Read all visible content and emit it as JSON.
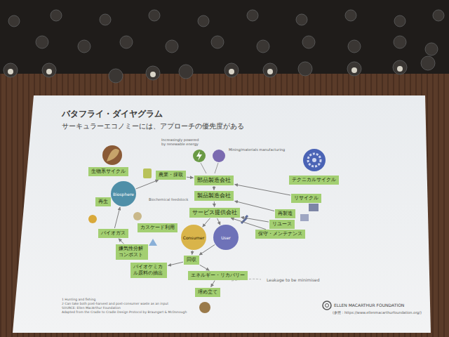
{
  "diagram": {
    "title": "バタフライ・ダイヤグラム",
    "nodes": [
      {
        "text": [
          "生物系サイクル"
        ]
      },
      {
        "text": [
          "農業・採取"
        ]
      },
      {
        "text": [
          "部品製造会社"
        ]
      },
      {
        "text": [
          "製品製造会社"
        ]
      },
      {
        "text": [
          "サービス提供会社"
        ]
      },
      {
        "text": [
          "テクニカルサイクル"
        ]
      },
      {
        "text": [
          "リサイクル"
        ]
      },
      {
        "text": [
          "再製造"
        ]
      },
      {
        "text": [
          "リユース"
        ]
      },
      {
        "text": [
          "保守・メンテナンス"
        ]
      },
      {
        "text": [
          "再生"
        ]
      },
      {
        "text": [
          "Biosphere"
        ]
      },
      {
        "text": [
          "バイオガス"
        ]
      },
      {
        "text": [
          "嫌気性分解 コンポスト"
        ]
      },
      {
        "text": [
          "バイオケミカル原料の抽出"
        ]
      },
      {
        "text": [
          "カスケード利用"
        ]
      },
      {
        "text": [
          "Consumer"
        ]
      },
      {
        "text": [
          "User"
        ]
      },
      {
        "text": [
          "回収"
        ]
      },
      {
        "text": [
          "エネルギー・リカバリー"
        ]
      },
      {
        "text": [
          "埋め立て"
        ]
      }
    ],
    "edges": [
      {
        "from": 1,
        "to": 2,
        "arrow": "to"
      },
      {
        "from": 2,
        "to": 3,
        "arrow": "to"
      },
      {
        "from": 3,
        "to": 4,
        "arrow": "to"
      },
      {
        "from": 4,
        "to": 16,
        "arrow": "to"
      },
      {
        "from": 4,
        "to": 17,
        "arrow": "to"
      },
      {
        "from": 16,
        "to": 18,
        "arrow": "to"
      },
      {
        "from": 17,
        "to": 18,
        "arrow": "to"
      },
      {
        "from": 18,
        "to": 19,
        "arrow": "to"
      },
      {
        "from": 19,
        "to": 20,
        "arrow": "to"
      },
      {
        "from": 9,
        "to": 4,
        "arrow": "to"
      },
      {
        "from": 8,
        "to": 4,
        "arrow": "to"
      },
      {
        "from": 7,
        "to": 3,
        "arrow": "to"
      },
      {
        "from": 6,
        "to": 2,
        "arrow": "to"
      },
      {
        "from": 11,
        "to": 1,
        "arrow": "to"
      },
      {
        "from": 18,
        "to": 14,
        "arrow": "to"
      },
      {
        "from": 13,
        "to": 12,
        "arrow": "to"
      },
      {
        "from": 12,
        "to": 11,
        "arrow": "to"
      }
    ],
    "labels": [
      "サーキュラーエコノミーには、アプローチの優先度がある",
      "Increasingly powered by renewable energy",
      "Mining/materials manufacturing",
      "Biochemical feedstock",
      "Leakage to be minimised",
      "1 Hunting and fishing",
      "2 Can take both post-harvest and post-consumer waste as an input",
      "SOURCE: Ellen MacArthur Foundation",
      "Adapted from the Cradle to Cradle Design Protocol by Braungart & McDonough",
      "ELLEN MACARTHUR FOUNDATION",
      "(参照：https://www.ellenmacarthurfoundation.org/)"
    ]
  }
}
